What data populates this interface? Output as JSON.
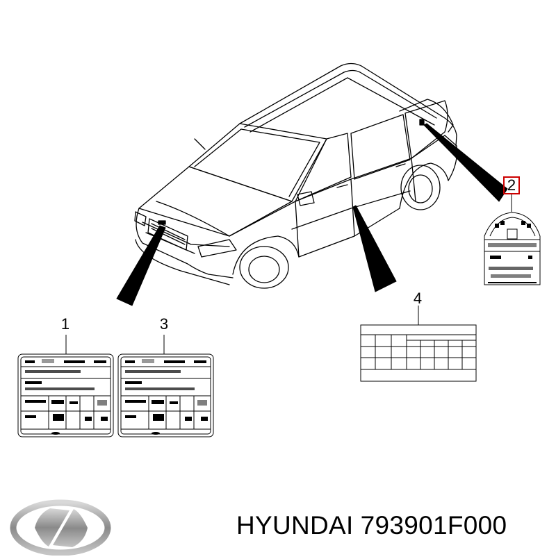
{
  "callouts": [
    {
      "number": "1"
    },
    {
      "number": "2"
    },
    {
      "number": "3"
    },
    {
      "number": "4"
    }
  ],
  "caption": {
    "brand": "HYUNDAI",
    "part_number": "793901F000"
  },
  "colors": {
    "line": "#000000",
    "highlight_box": "#cc0000",
    "logo": "#9a9a9a"
  },
  "icons": [
    "car-outline",
    "hyundai-logo"
  ]
}
